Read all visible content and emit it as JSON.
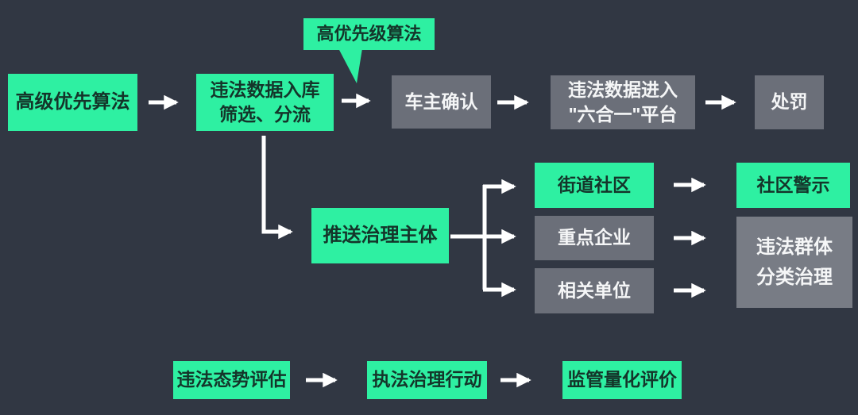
{
  "diagram": {
    "colors": {
      "background": "#313743",
      "node_green": "#2ef0a2",
      "node_gray": "#6b6f79",
      "node_gray_light": "#787c85",
      "text_on_green": "#14352a",
      "text_on_gray": "#f5f6f7",
      "arrow": "#ffffff"
    },
    "callout": {
      "label": "高优先级算法"
    },
    "nodes": {
      "priority_algorithm": {
        "label": "高级优先算法"
      },
      "data_intake": {
        "label": "违法数据入库\n筛选、分流"
      },
      "owner_confirm": {
        "label": "车主确认"
      },
      "platform": {
        "label": "违法数据进入\n\"六合一\"平台"
      },
      "punishment": {
        "label": "处罚"
      },
      "push_governance": {
        "label": "推送治理主体"
      },
      "street_community": {
        "label": "街道社区"
      },
      "key_enterprises": {
        "label": "重点企业"
      },
      "related_units": {
        "label": "相关单位"
      },
      "community_warning": {
        "label": "社区警示"
      },
      "group_governance": {
        "label": "违法群体\n分类治理"
      },
      "situation_assessment": {
        "label": "违法态势评估"
      },
      "enforcement_action": {
        "label": "执法治理行动"
      },
      "quantitative_evaluation": {
        "label": "监管量化评价"
      }
    }
  }
}
